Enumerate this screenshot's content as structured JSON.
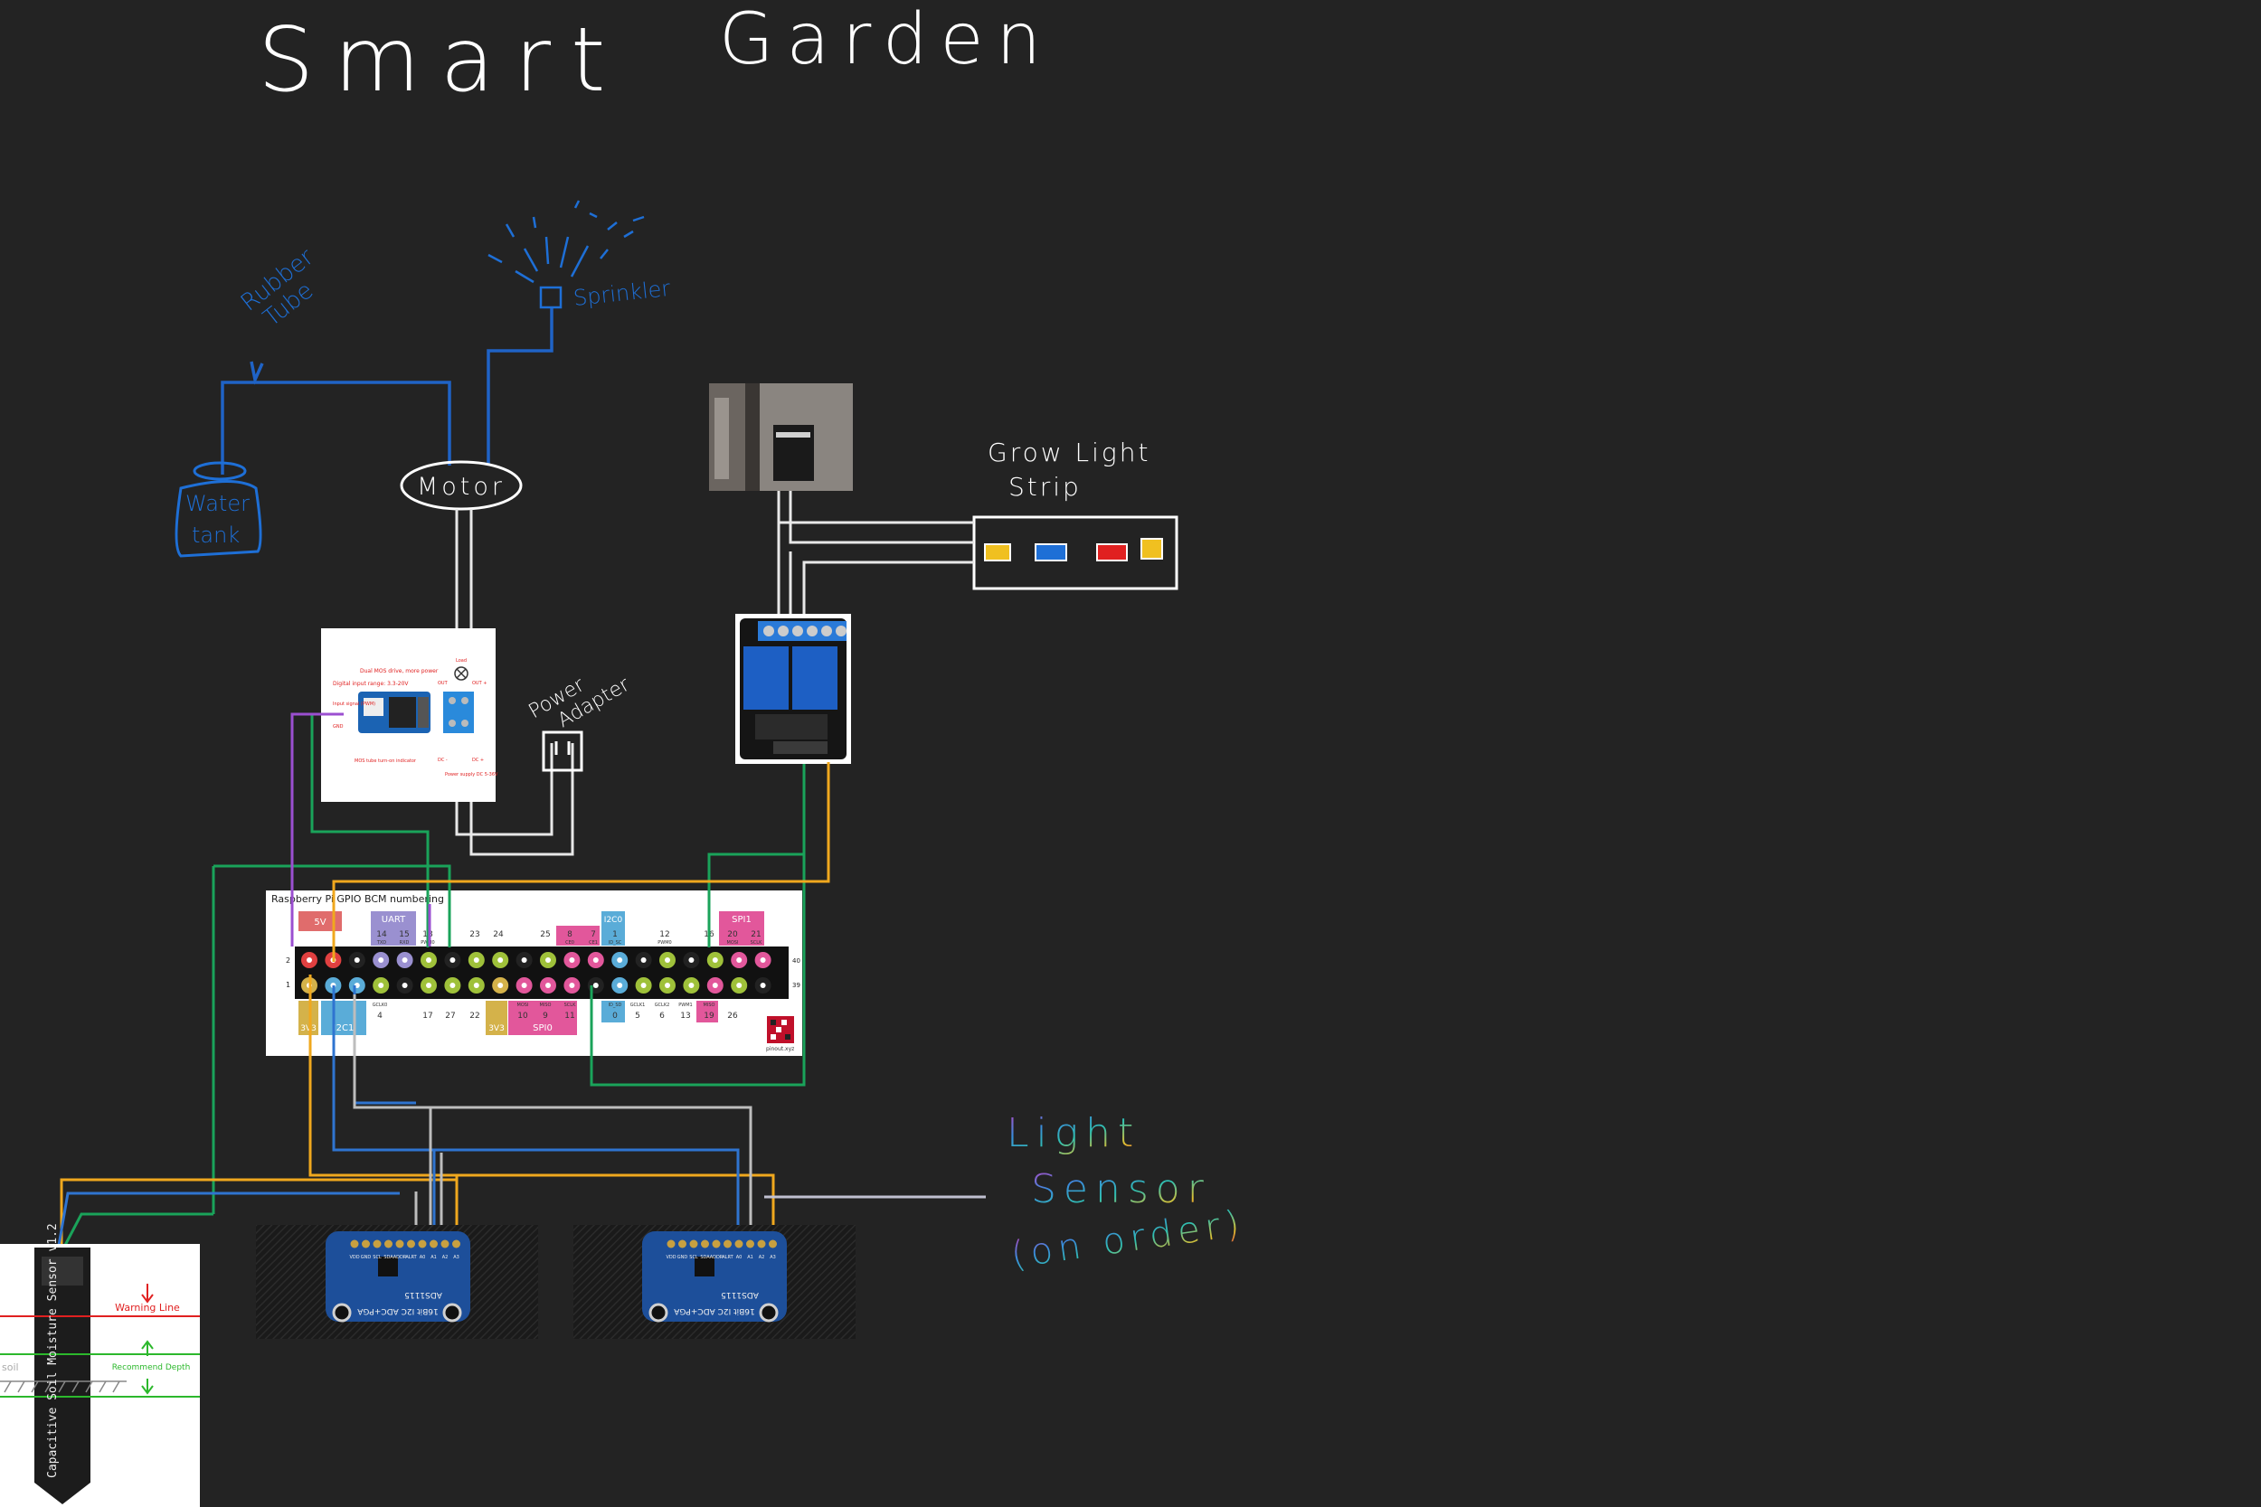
{
  "title": {
    "word1": "Smart",
    "word2": "Garden"
  },
  "labels": {
    "rubber_tube_1": "Rubber",
    "rubber_tube_2": "Tube",
    "sprinkler": "Sprinkler",
    "water_tank_1": "Water",
    "water_tank_2": "tank",
    "motor": "Motor",
    "power_adapter_1": "Power",
    "power_adapter_2": "Adapter",
    "grow_light_1": "Grow Light",
    "grow_light_2": "Strip",
    "light_sensor_1": "Light",
    "light_sensor_2": "Sensor",
    "light_sensor_3": "(on order)"
  },
  "gpio": {
    "header": "Raspberry Pi GPIO BCM numbering",
    "groups_top": [
      "5V",
      "UART",
      "I2C0",
      "SPI1"
    ],
    "top_numbers": [
      "14",
      "15",
      "18",
      "23",
      "24",
      "25",
      "8",
      "7",
      "1",
      "12",
      "16",
      "20",
      "21"
    ],
    "top_sub": [
      "TXD",
      "RXD",
      "PWM0",
      "CE0",
      "CE1",
      "ID_SC",
      "PWM0",
      "MOSI",
      "SCLK"
    ],
    "groups_bottom": [
      "3V3",
      "I2C1",
      "3V3",
      "SPI0"
    ],
    "bottom_numbers": [
      "4",
      "17",
      "27",
      "22",
      "10",
      "9",
      "11",
      "0",
      "5",
      "6",
      "13",
      "19",
      "26"
    ],
    "bottom_sub": [
      "GCLK0",
      "MOSI",
      "MISO",
      "SCLK",
      "ID_SD",
      "GCLK1",
      "GCLK2",
      "PWM1",
      "MISO"
    ],
    "row_left": [
      "2",
      "1"
    ],
    "row_right": [
      "40",
      "39"
    ],
    "brand": "pinout.xyz"
  },
  "mosfet": {
    "lines": [
      "Dual MOS drive, more power",
      "Digital input range: 3.3-20V",
      "Input signal (PWM)",
      "GND",
      "MOS tube turn-on indicator",
      "OUT",
      "OUT +",
      "DC -",
      "DC +",
      "Power supply DC 5-36V",
      "Load"
    ]
  },
  "ads1115": {
    "chip": "ADS1115",
    "text": "16Bit I2C ADC+PGA",
    "pins": [
      "VDD",
      "GND",
      "SCL",
      "SDA",
      "ADDR",
      "ALRT",
      "A0",
      "A1",
      "A2",
      "A3"
    ]
  },
  "moisture": {
    "warning": "Warning Line",
    "recommend": "Recommend Depth",
    "soil": "soil",
    "sensor_text": "Capacitive Soil Moisture Sensor v1.2"
  },
  "colors": {
    "background": "#232323",
    "ink": "#ffffff",
    "blue_ink": "#1e6fd6",
    "tube": "#1f63c6",
    "wire_white": "#e8e8e8",
    "wire_green": "#1aa35a",
    "wire_orange": "#f0a81e",
    "wire_blue": "#2f74d0",
    "wire_gray": "#bdbdbd",
    "wire_purple": "#9b4fd0"
  }
}
